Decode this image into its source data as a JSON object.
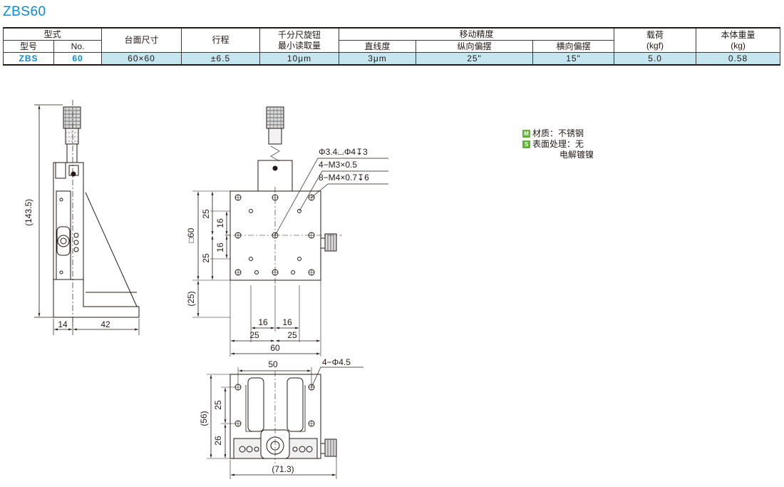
{
  "title": "ZBS60",
  "table": {
    "headers": {
      "type_group": "型式",
      "model": "型号",
      "no": "No.",
      "table_size": "台面尺寸",
      "travel": "行程",
      "micrometer_line1": "千分尺旋钮",
      "micrometer_line2": "最小读取量",
      "accuracy_group": "移动精度",
      "straightness": "直线度",
      "pitch": "纵向偏摆",
      "yaw": "横向偏摆",
      "load_line1": "载荷",
      "load_line2": "(kgf)",
      "weight_line1": "本体重量",
      "weight_line2": "(kg)"
    },
    "row": {
      "model": "ZBS",
      "no": "60",
      "table_size": "60×60",
      "travel": "±6.5",
      "micrometer": "10μm",
      "straightness": "3μm",
      "pitch": "25\"",
      "yaw": "15\"",
      "load": "5.0",
      "weight": "0.58"
    }
  },
  "notes": {
    "material_badge": "M",
    "material": "材质：不锈钢",
    "surface_badge": "S",
    "surface_line1": "表面处理：无",
    "surface_line2": "电解镀镍"
  },
  "dimensions": {
    "height_total": "(143.5)",
    "side_14": "14",
    "side_42": "42",
    "hole_callout": "Φ3.4⌴Φ4↧3",
    "m3_callout": "4−M3×0.5",
    "m4_callout": "8−M4×0.7↧6",
    "square_60": "□60",
    "v25_top": "25",
    "v16_top": "16",
    "v16_bot": "16",
    "v25_bot": "25",
    "v25_low": "(25)",
    "h16_left": "16",
    "h16_right": "16",
    "h25_left": "25",
    "h25_right": "25",
    "h60": "60",
    "bottom_50": "50",
    "bottom_holes": "4−Φ4.5",
    "bottom_56": "(56)",
    "bottom_25": "25",
    "bottom_26": "26",
    "bottom_71": "(71.3)"
  }
}
